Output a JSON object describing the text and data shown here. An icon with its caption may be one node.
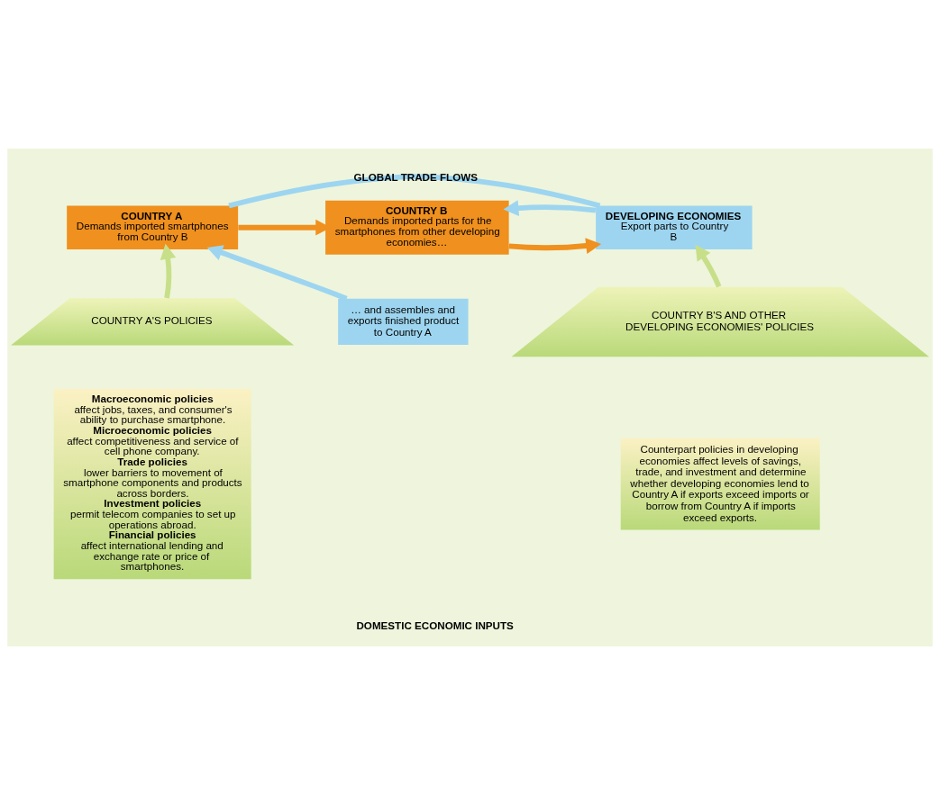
{
  "diagram": {
    "nodes": [
      {
        "text": [
          "COUNTRY A",
          "Demands imported smartphones from Country B"
        ]
      },
      {
        "text": [
          "COUNTRY B",
          "Demands imported parts for the smartphones from other developing economies…"
        ]
      },
      {
        "text": [
          "DEVELOPING ECONOMIES",
          "Export parts to Country B"
        ]
      },
      {
        "text": [
          "… and assembles and exports finished product to Country A"
        ]
      },
      {
        "text": [
          "COUNTRY A'S POLICIES"
        ]
      },
      {
        "text": [
          "Macroeconomic policies",
          "affect jobs, taxes, and consumer's ability to purchase smartphone.",
          "Microeconomic policies",
          "affect competitiveness and service of cell phone company.",
          "Trade policies",
          "lower barriers to movement of smartphone components and products across borders.",
          "Investment policies",
          "permit telecom companies to set up operations abroad.",
          "Financial policies",
          "affect international lending and exchange rate or price of  smartphones."
        ]
      },
      {
        "text": [
          "COUNTRY B'S AND OTHER DEVELOPING ECONOMIES' POLICIES"
        ]
      },
      {
        "text": [
          "Counterpart policies in developing economies affect levels of savings, trade, and investment and determine whether developing economies lend to Country A if exports exceed imports or borrow from Country A if imports exceed exports."
        ]
      }
    ],
    "edges": [
      {
        "from": 0,
        "to": 2,
        "arrow": "none",
        "label": "GLOBAL TRADE FLOWS",
        "color": "#9dd5f0"
      },
      {
        "from": 0,
        "to": 1,
        "arrow": "to",
        "color": "#f0901e"
      },
      {
        "from": 1,
        "to": 2,
        "arrow": "to",
        "color": "#f0901e"
      },
      {
        "from": 2,
        "to": 1,
        "arrow": "to",
        "color": "#9dd5f0"
      },
      {
        "from": 3,
        "to": 0,
        "arrow": "to",
        "color": "#9dd5f0"
      },
      {
        "from": 4,
        "to": 0,
        "arrow": "to",
        "color": "#c8df8a"
      },
      {
        "from": 6,
        "to": 2,
        "arrow": "to",
        "color": "#c8df8a"
      }
    ],
    "labels": [
      "DOMESTIC ECONOMIC INPUTS"
    ]
  }
}
